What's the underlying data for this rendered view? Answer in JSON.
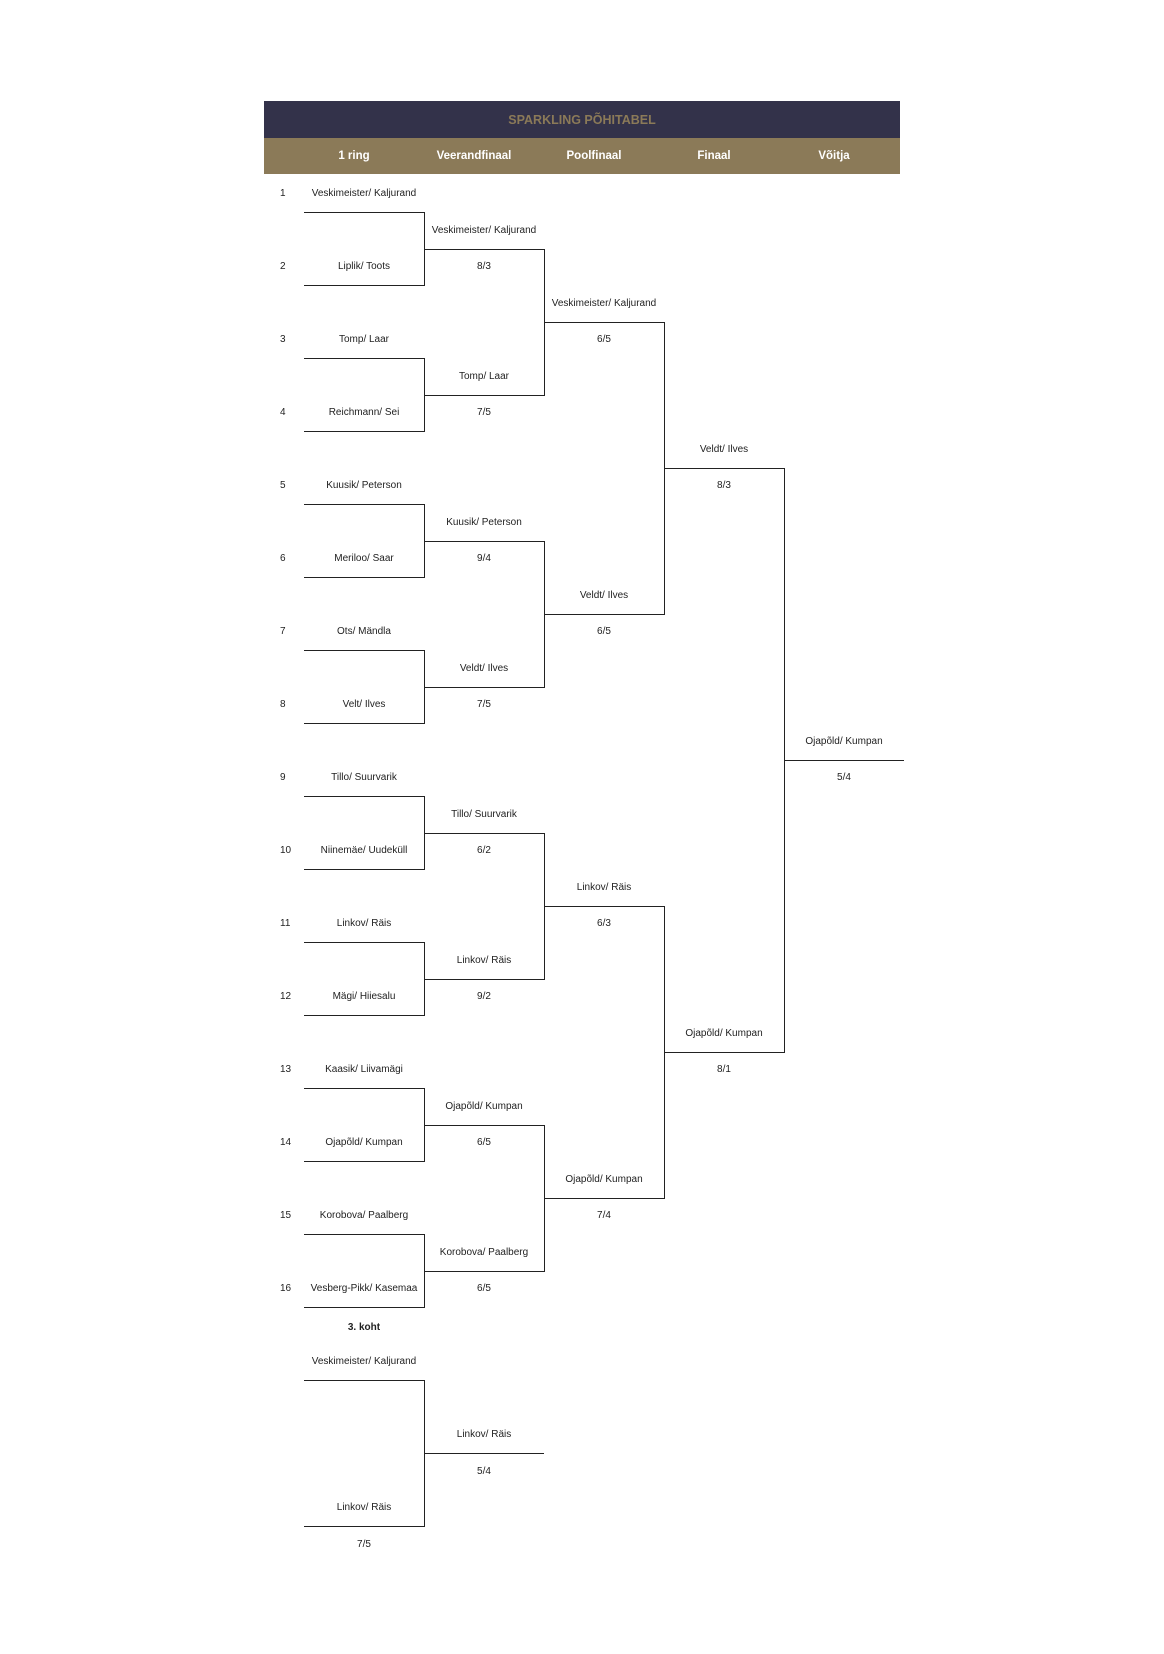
{
  "title": "SPARKLING PÕHITABEL",
  "columns": [
    "1 ring",
    "Veerandfinaal",
    "Poolfinaal",
    "Finaal",
    "Võitja"
  ],
  "seeds": [
    "1",
    "2",
    "3",
    "4",
    "5",
    "6",
    "7",
    "8",
    "9",
    "10",
    "11",
    "12",
    "13",
    "14",
    "15",
    "16"
  ],
  "round1": [
    "Veskimeister/ Kaljurand",
    "Liplik/ Toots",
    "Tomp/ Laar",
    "Reichmann/ Sei",
    "Kuusik/ Peterson",
    "Meriloo/ Saar",
    "Ots/ Mändla",
    "Velt/ Ilves",
    "Tillo/ Suurvarik",
    "Niinemäe/ Uudeküll",
    "Linkov/ Räis",
    "Mägi/ Hiiesalu",
    "Kaasik/ Liivamägi",
    "Ojapõld/ Kumpan",
    "Korobova/ Paalberg",
    "Vesberg-Pikk/ Kasemaa"
  ],
  "quarterfinal": [
    {
      "team": "Veskimeister/ Kaljurand",
      "score": "8/3"
    },
    {
      "team": "Tomp/ Laar",
      "score": "7/5"
    },
    {
      "team": "Kuusik/ Peterson",
      "score": "9/4"
    },
    {
      "team": "Veldt/ Ilves",
      "score": "7/5"
    },
    {
      "team": "Tillo/ Suurvarik",
      "score": "6/2"
    },
    {
      "team": "Linkov/ Räis",
      "score": "9/2"
    },
    {
      "team": "Ojapõld/ Kumpan",
      "score": "6/5"
    },
    {
      "team": "Korobova/ Paalberg",
      "score": "6/5"
    }
  ],
  "semifinal": [
    {
      "team": "Veskimeister/ Kaljurand",
      "score": "6/5"
    },
    {
      "team": "Veldt/ Ilves",
      "score": "6/5"
    },
    {
      "team": "Linkov/ Räis",
      "score": "6/3"
    },
    {
      "team": "Ojapõld/ Kumpan",
      "score": "7/4"
    }
  ],
  "final": [
    {
      "team": "Veldt/ Ilves",
      "score": "8/3"
    },
    {
      "team": "Ojapõld/ Kumpan",
      "score": "8/1"
    }
  ],
  "winner": {
    "team": "Ojapõld/ Kumpan",
    "score": "5/4"
  },
  "third_place": {
    "heading": "3. koht",
    "team_a": "Veskimeister/ Kaljurand",
    "team_b": "Linkov/ Räis",
    "team_b_score": "7/5",
    "winner": "Linkov/ Räis",
    "winner_score": "5/4"
  }
}
